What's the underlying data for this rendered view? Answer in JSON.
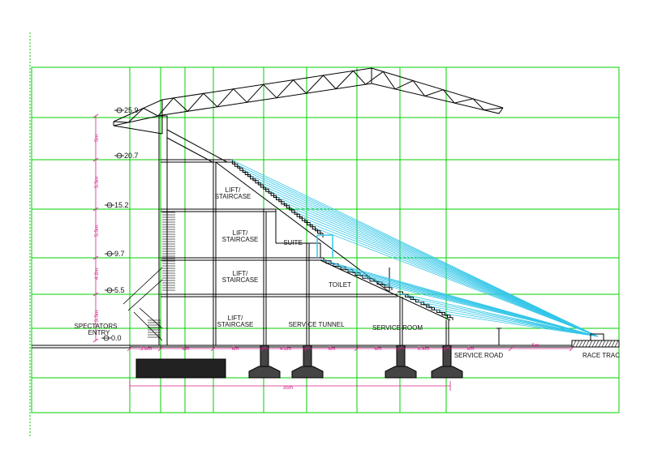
{
  "colors": {
    "grid": "#00d000",
    "structure": "#000000",
    "sightlines": "#33c6e8",
    "dimensions": "#d0208a",
    "hatch": "#222222"
  },
  "levels": [
    {
      "label": "25.9"
    },
    {
      "label": "20.7"
    },
    {
      "label": "15.2"
    },
    {
      "label": "9.7"
    },
    {
      "label": "5.5"
    },
    {
      "label": "0.0"
    }
  ],
  "vertical_dims": [
    "5m",
    "5.5m",
    "5.5m",
    "4.2m",
    "5.5m"
  ],
  "rooms": {
    "lift1": "LIFT/",
    "stair1": "STAIRCASE",
    "lift2": "LIFT/",
    "stair2": "STAIRCASE",
    "lift3": "LIFT/",
    "stair3": "STAIRCASE",
    "lift4": "LIFT/",
    "stair4": "STAIRCASE",
    "suite": "SUITE",
    "toilet": "TOILET",
    "service_tunnel": "SERVICE TUNNEL",
    "service_room": "SERVICE ROOM",
    "spectators": "SPECTATORS",
    "entry": "ENTRY",
    "service_road": "SERVICE ROAD",
    "race_track": "RACE TRAC"
  },
  "horizontal_dims": [
    "3.6m",
    "6m",
    "6m",
    "4.8m",
    "6m",
    "6m",
    "5.4m",
    "6m",
    "5m"
  ],
  "overall_dim": "35m"
}
